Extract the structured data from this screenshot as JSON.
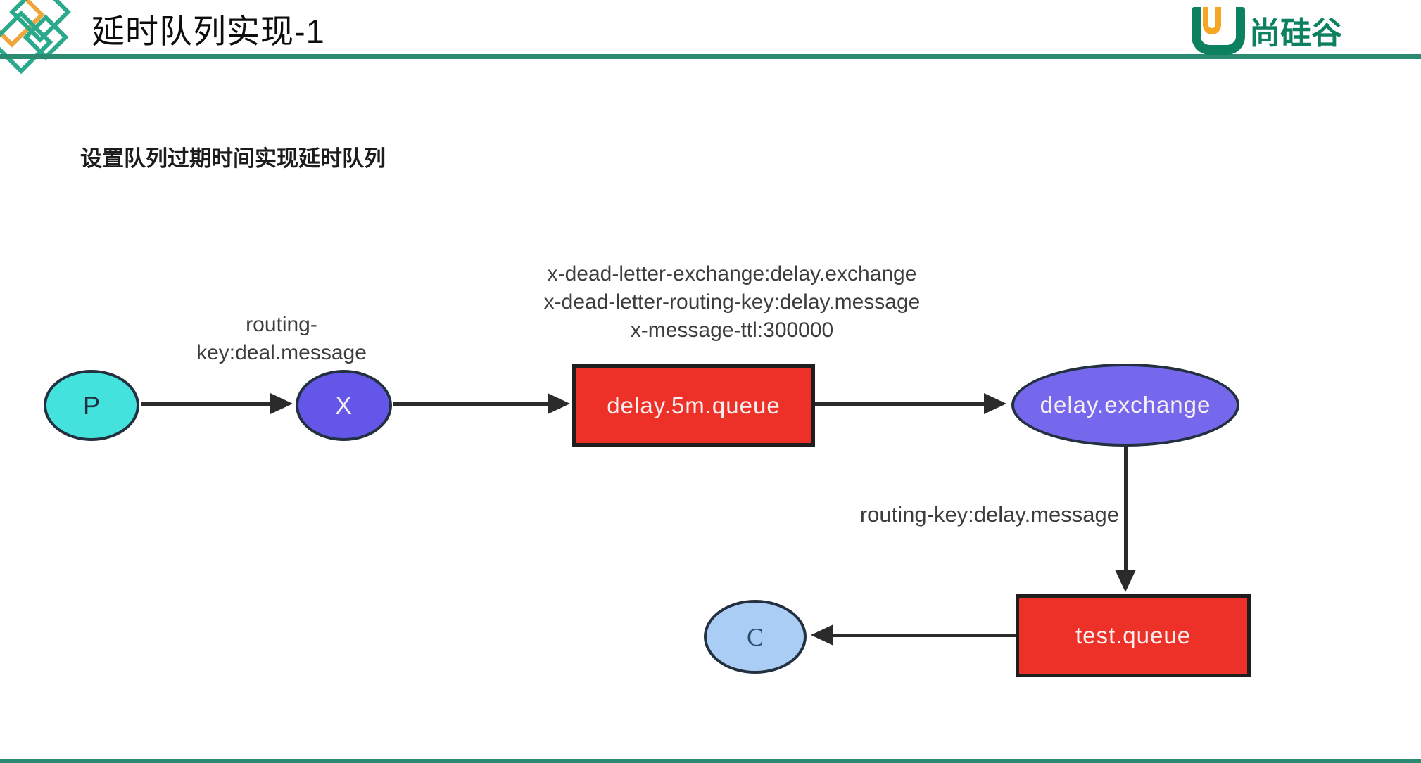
{
  "header": {
    "title": "延时队列实现-1",
    "logo_text": "尚硅谷",
    "accent_color": "#2a8a72",
    "logo_green": "#0d8060",
    "logo_orange": "#f5a623"
  },
  "subtitle": "设置队列过期时间实现延时队列",
  "diagram": {
    "nodes": {
      "producer": {
        "label": "P",
        "fill": "#44e2dc"
      },
      "exchange_x": {
        "label": "X",
        "fill": "#6456e8"
      },
      "delay_queue": {
        "label": "delay.5m.queue",
        "fill": "#ee3128"
      },
      "delay_exchange": {
        "label": "delay.exchange",
        "fill": "#7668ec"
      },
      "test_queue": {
        "label": "test.queue",
        "fill": "#ee3128"
      },
      "consumer": {
        "label": "C",
        "fill": "#a9cdf4"
      }
    },
    "labels": {
      "p_to_x_line1": "routing-",
      "p_to_x_line2": "key:deal.message",
      "queue_args_line1": "x-dead-letter-exchange:delay.exchange",
      "queue_args_line2": "x-dead-letter-routing-key:delay.message",
      "queue_args_line3": "x-message-ttl:300000",
      "exchange_to_queue": "routing-key:delay.message"
    }
  }
}
